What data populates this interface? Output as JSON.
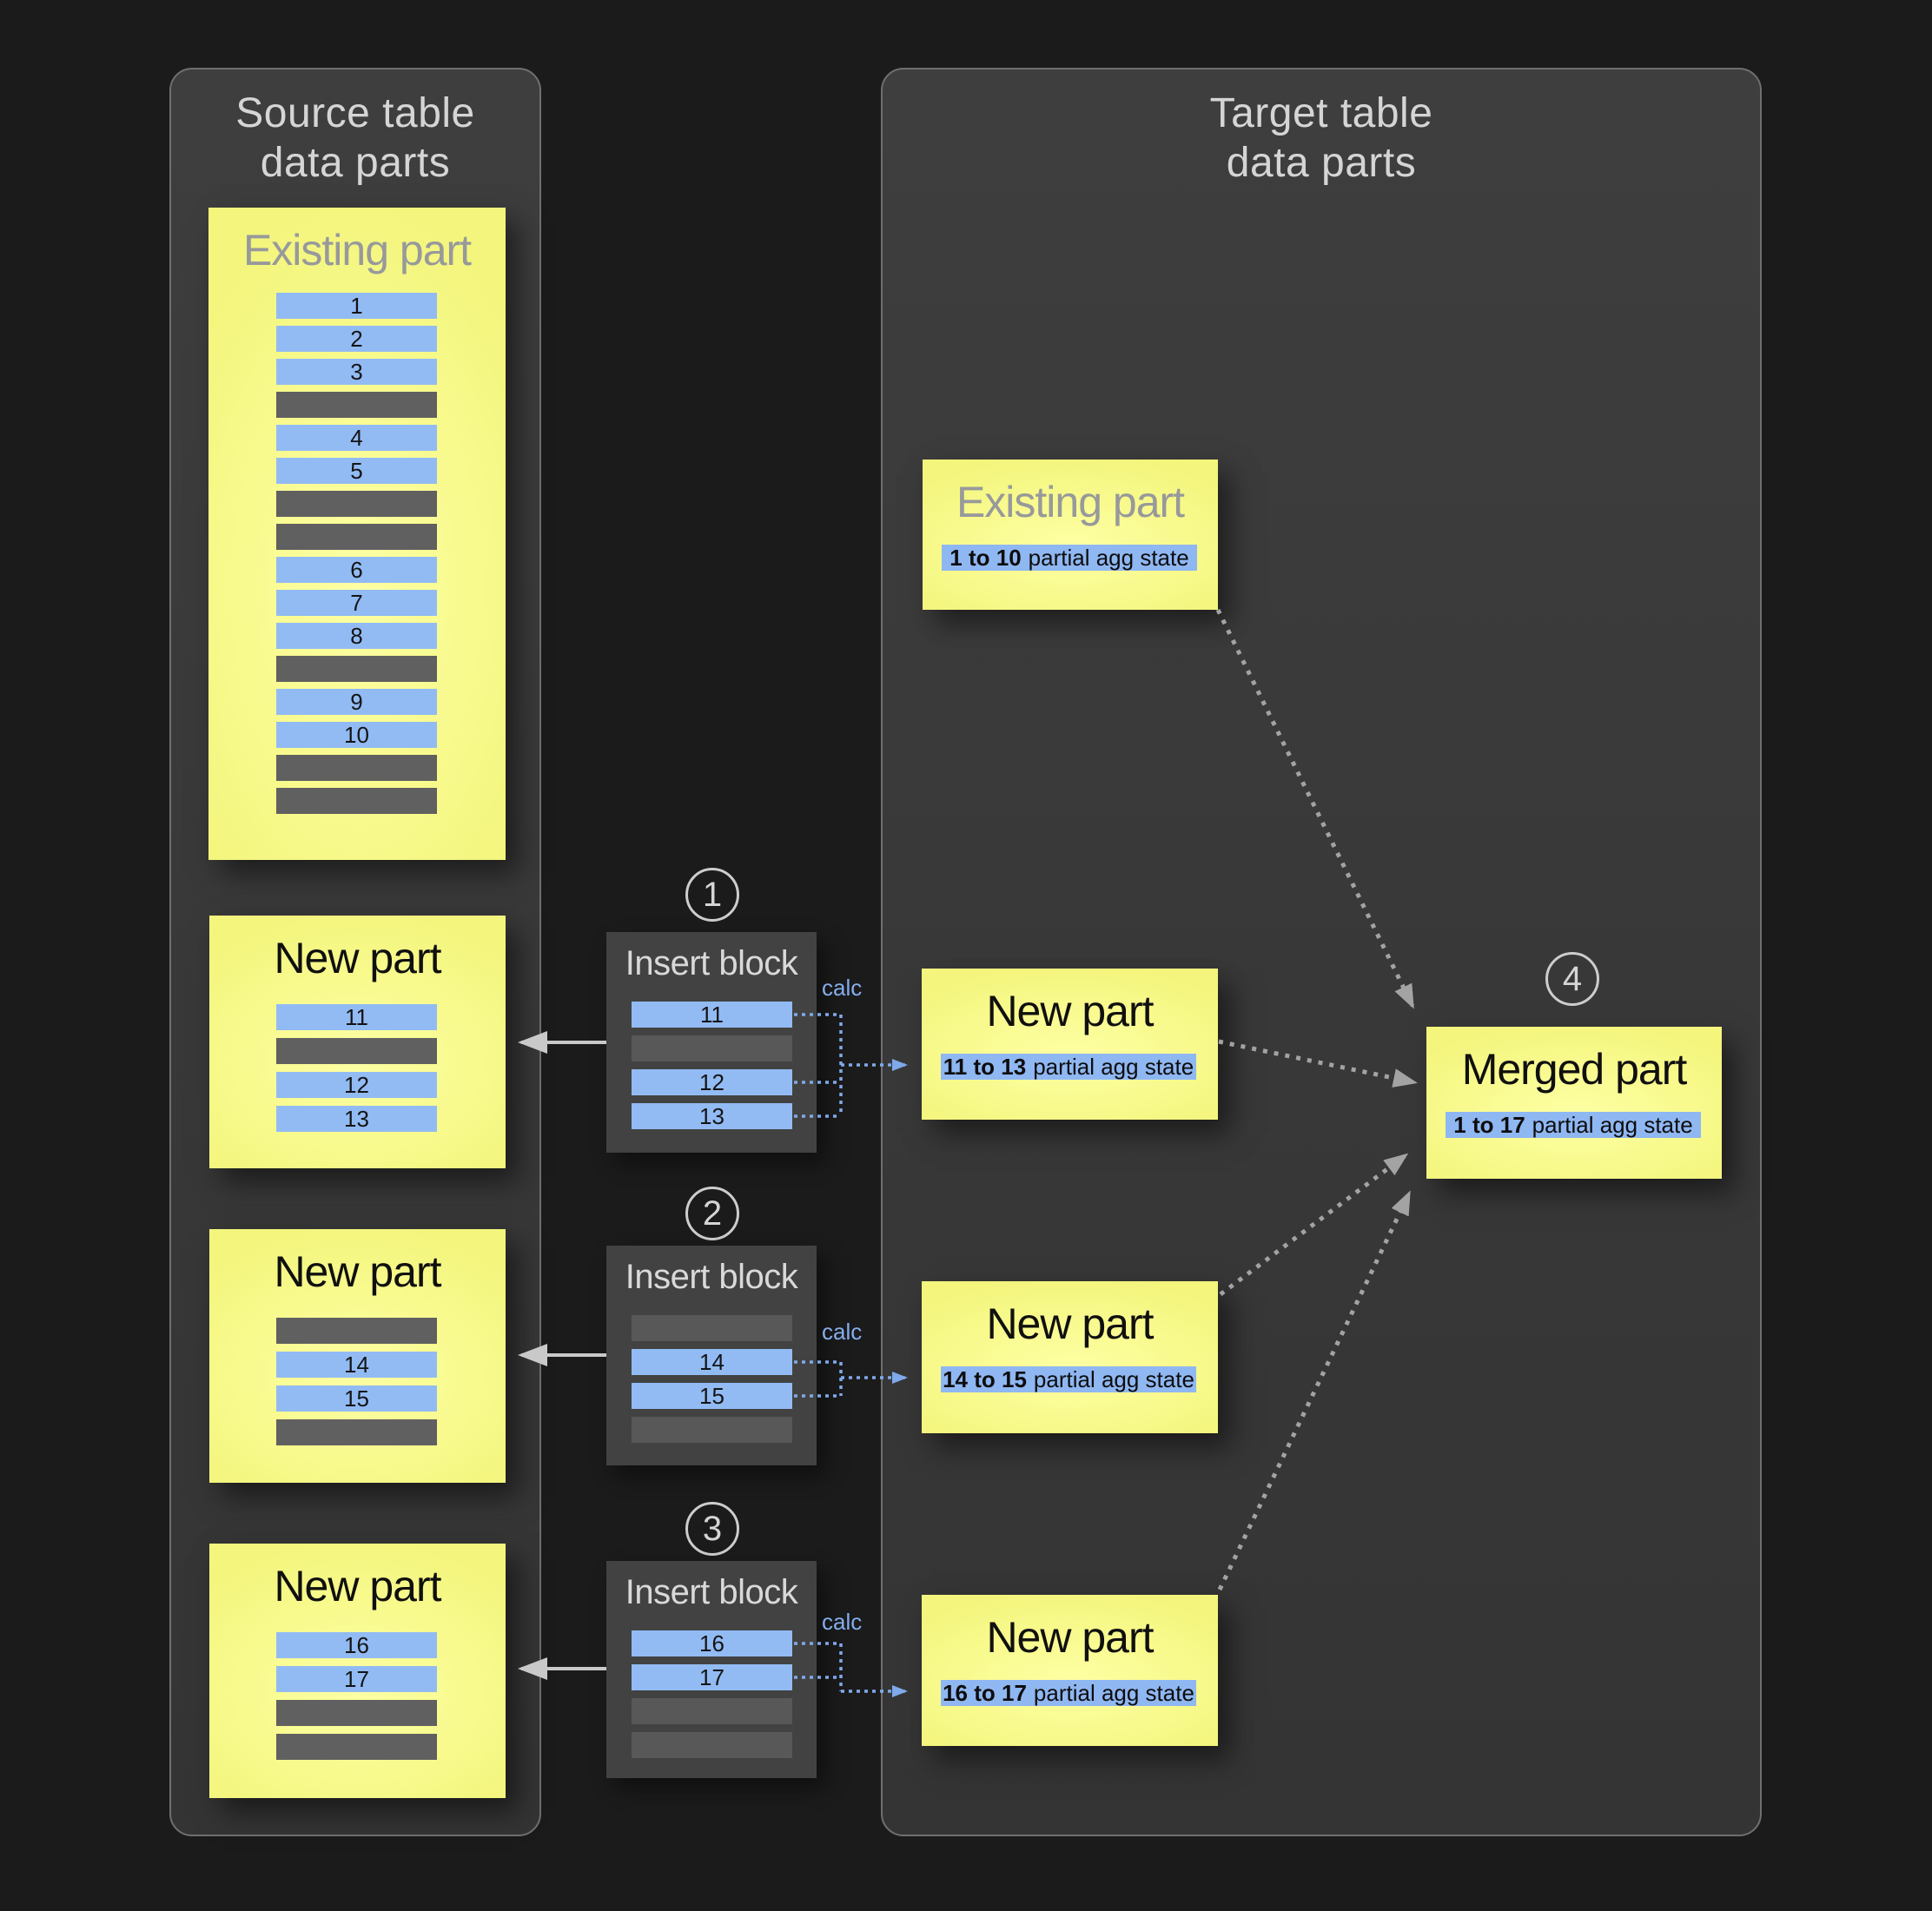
{
  "source_panel": {
    "title_line1": "Source table",
    "title_line2": "data parts",
    "existing_part": {
      "title": "Existing part",
      "rows": [
        "1",
        "2",
        "3",
        null,
        "4",
        "5",
        null,
        null,
        "6",
        "7",
        "8",
        null,
        "9",
        "10",
        null,
        null
      ]
    },
    "new_parts": [
      {
        "title": "New part",
        "rows": [
          "11",
          null,
          "12",
          "13"
        ]
      },
      {
        "title": "New part",
        "rows": [
          null,
          "14",
          "15",
          null
        ]
      },
      {
        "title": "New part",
        "rows": [
          "16",
          "17",
          null,
          null
        ]
      }
    ]
  },
  "insert_blocks": [
    {
      "step": "1",
      "title": "Insert block",
      "calc_label": "calc",
      "rows": [
        "11",
        null,
        "12",
        "13"
      ]
    },
    {
      "step": "2",
      "title": "Insert block",
      "calc_label": "calc",
      "rows": [
        null,
        "14",
        "15",
        null
      ]
    },
    {
      "step": "3",
      "title": "Insert block",
      "calc_label": "calc",
      "rows": [
        "16",
        "17",
        null,
        null
      ]
    }
  ],
  "target_panel": {
    "title_line1": "Target table",
    "title_line2": "data parts",
    "existing_part": {
      "title": "Existing part",
      "agg_range": "1 to 10",
      "agg_label": "partial agg state"
    },
    "new_parts": [
      {
        "title": "New part",
        "agg_range": "11 to 13",
        "agg_label": "partial agg state"
      },
      {
        "title": "New part",
        "agg_range": "14 to 15",
        "agg_label": "partial agg state"
      },
      {
        "title": "New part",
        "agg_range": "16 to 17",
        "agg_label": "partial agg state"
      }
    ],
    "merged_part": {
      "step": "4",
      "title": "Merged part",
      "agg_range": "1 to 17",
      "agg_label": "partial agg state"
    }
  },
  "colors": {
    "background": "#1b1b1b",
    "panel_bg": "#3a3a3a",
    "panel_border": "#6f6f6f",
    "part_yellow": "#f8fa8e",
    "row_blue": "#92bbf4",
    "row_gray": "#606060",
    "band_blue": "#8fb7f2",
    "calc_blue": "#84aeee",
    "solid_arrow": "#c9c9c9",
    "dotted_arrow": "#a3a3a3"
  }
}
